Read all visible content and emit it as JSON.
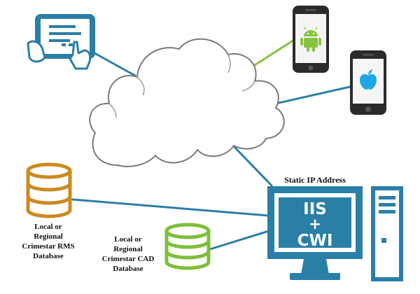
{
  "colors": {
    "accent_blue": "#2a7fa6",
    "android_green": "#86c440",
    "apple_blue": "#1ea6e8",
    "rms_db_color": "#cc8a1f",
    "cad_db_color": "#7dbf3a",
    "cloud_stroke": "#777777",
    "cloud_fill": "#ffffff",
    "label_color": "#111111"
  },
  "icons": {
    "tablet": "tablet-touch-icon",
    "android_phone": "android-phone-icon",
    "iphone": "apple-phone-icon",
    "cloud": "cloud-icon",
    "rms_database": "database-icon",
    "cad_database": "database-icon",
    "server_monitor": "monitor-icon",
    "server_tower": "server-tower-icon"
  },
  "server": {
    "static_ip_label": "Static IP Address",
    "line1": "IIS",
    "plus": "+",
    "line2": "CWI"
  },
  "rms_database": {
    "label_lines": [
      "Local or",
      "Regional",
      "Crimestar RMS",
      "Database"
    ]
  },
  "cad_database": {
    "label_lines": [
      "Local or",
      "Regional",
      "Crimestar CAD",
      "Database"
    ]
  }
}
